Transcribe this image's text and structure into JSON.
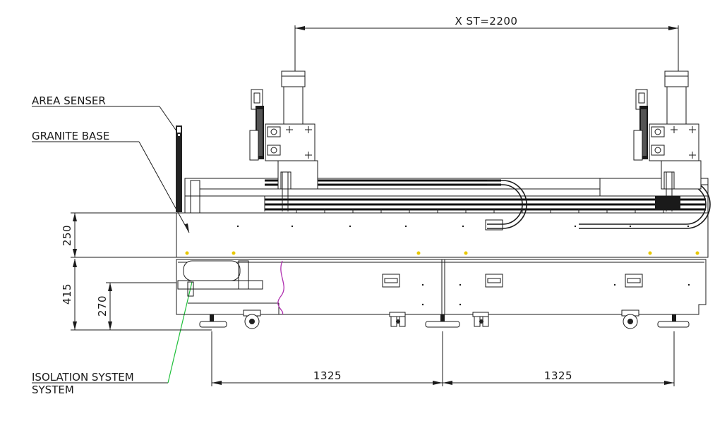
{
  "dimensions": {
    "x_stroke": "X ST=2200",
    "base_height": "250",
    "frame_height": "415",
    "isolation_height": "270",
    "span_left": "1325",
    "span_right": "1325"
  },
  "callouts": {
    "area_sensor": "AREA SENSER",
    "granite_base": "GRANITE BASE",
    "isolation_line1": "ISOLATION SYSTEM",
    "isolation_line2": "SYSTEM"
  },
  "colors": {
    "line": "#1a1a1a",
    "leader_green": "#1fbf3a",
    "break_magenta": "#b030b0",
    "marker_yellow": "#e8c800"
  }
}
